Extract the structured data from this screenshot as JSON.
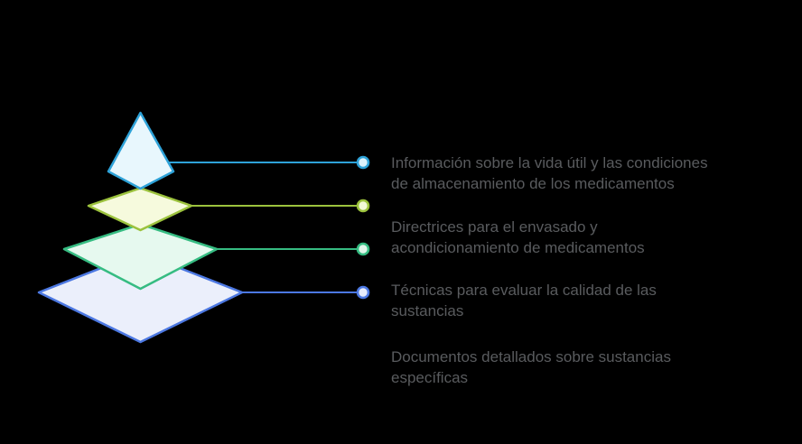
{
  "canvas": {
    "background": "#000000"
  },
  "diagram_type": "pyramid-4-levels",
  "text_color": "#595b5e",
  "items": [
    {
      "level": 1,
      "stroke": "#2ea2d8",
      "fill": "#e8f7fd",
      "dot_fill": "#ddf2fb",
      "line1": "Información sobre la vida útil y las condiciones",
      "line2": "de almacenamiento de los medicamentos"
    },
    {
      "level": 2,
      "stroke": "#9cc23d",
      "fill": "#f6fadd",
      "dot_fill": "#f3f9d8",
      "line1": "Directrices para el envasado y",
      "line2": "acondicionamiento de medicamentos"
    },
    {
      "level": 3,
      "stroke": "#36bc82",
      "fill": "#e6f9ef",
      "dot_fill": "#e0f6ea",
      "line1": "Técnicas para evaluar la calidad de las",
      "line2": "sustancias"
    },
    {
      "level": 4,
      "stroke": "#4c78e2",
      "fill": "#ebeffb",
      "dot_fill": "#e6ebfa",
      "line1": "Documentos detallados sobre sustancias",
      "line2": "específicas"
    }
  ]
}
